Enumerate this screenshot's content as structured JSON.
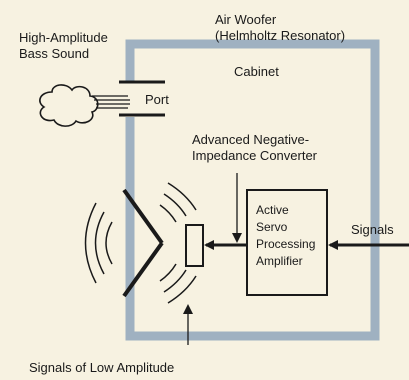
{
  "colors": {
    "background": "#f7f2e1",
    "cabinet_wall": "#9fb1c1",
    "ink": "#1a1a1a"
  },
  "labels": {
    "air_woofer_line1": "Air Woofer",
    "air_woofer_line2": "(Helmholtz Resonator)",
    "high_amp_line1": "High-Amplitude",
    "high_amp_line2": "Bass Sound",
    "cabinet": "Cabinet",
    "port": "Port",
    "converter_line1": "Advanced Negative-",
    "converter_line2": "Impedance Converter",
    "amp_line1": "Active",
    "amp_line2": "Servo",
    "amp_line3": "Processing",
    "amp_line4": "Amplifier",
    "signals": "Signals",
    "low_amp": "Signals of Low Amplitude"
  }
}
